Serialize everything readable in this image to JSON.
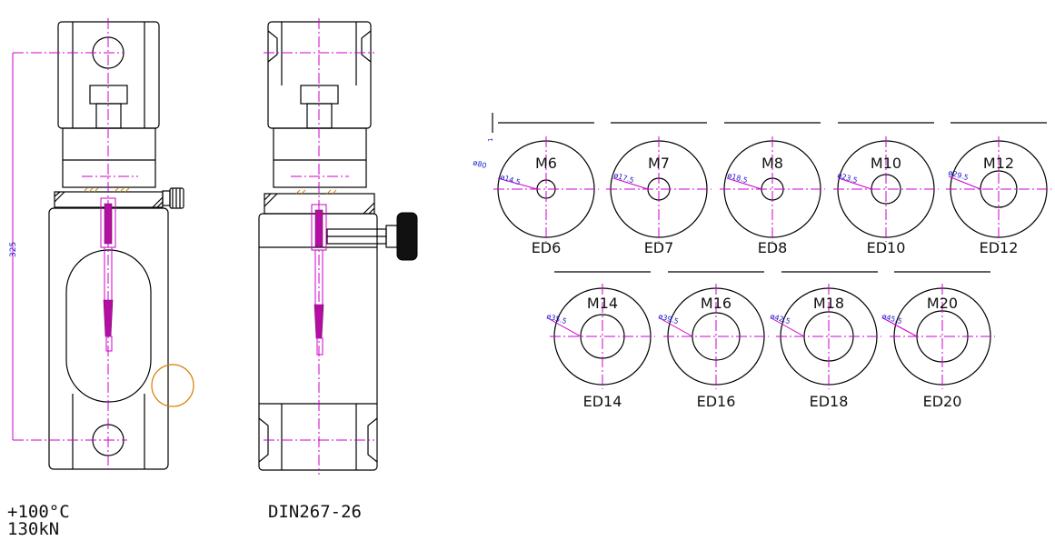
{
  "fixture_a": {
    "dimension": "325",
    "note_line1": "+100°C",
    "note_line2": "130kN"
  },
  "fixture_b": {
    "note": "DIN267-26"
  },
  "top_row_marker": "1",
  "discs": [
    {
      "thread": "M6",
      "code": "ED6",
      "outer_dia": "ø80",
      "inner_dia": "ø14.5"
    },
    {
      "thread": "M7",
      "code": "ED7",
      "outer_dia": "",
      "inner_dia": "ø17.5"
    },
    {
      "thread": "M8",
      "code": "ED8",
      "outer_dia": "",
      "inner_dia": "ø18.5"
    },
    {
      "thread": "M10",
      "code": "ED10",
      "outer_dia": "",
      "inner_dia": "ø23.5"
    },
    {
      "thread": "M12",
      "code": "ED12",
      "outer_dia": "",
      "inner_dia": "ø29.5"
    },
    {
      "thread": "M14",
      "code": "ED14",
      "outer_dia": "",
      "inner_dia": "ø35.5"
    },
    {
      "thread": "M16",
      "code": "ED16",
      "outer_dia": "",
      "inner_dia": "ø39.5"
    },
    {
      "thread": "M18",
      "code": "ED18",
      "outer_dia": "",
      "inner_dia": "ø42.5"
    },
    {
      "thread": "M20",
      "code": "ED20",
      "outer_dia": "",
      "inner_dia": "ø45.5"
    }
  ],
  "colors": {
    "outline": "#000000",
    "centerline": "#cc00cc",
    "dimension_text": "#1a1ad0",
    "highlight_circle": "#d97a00"
  }
}
